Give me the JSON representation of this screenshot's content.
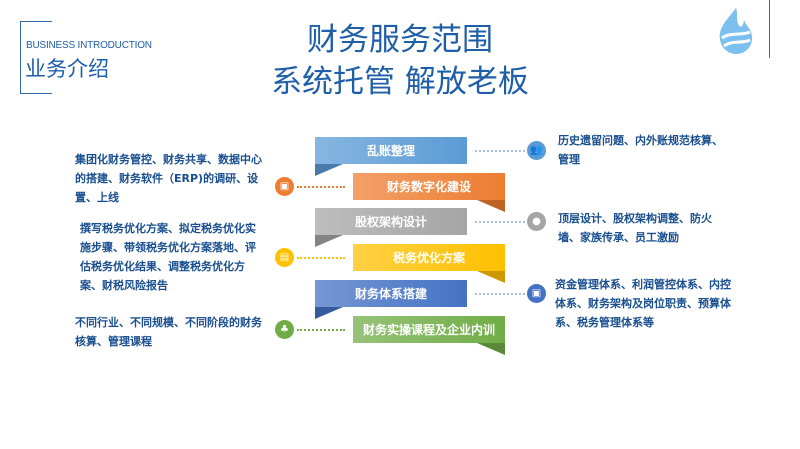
{
  "header": {
    "intro_en": "BUSINESS INTRODUCTION",
    "intro_cn": "业务介绍",
    "title_line1": "财务服务范围",
    "title_line2": "系统托管 解放老板"
  },
  "banners": [
    {
      "label": "乱账整理",
      "color": "#5b9bd5"
    },
    {
      "label": "财务数字化建设",
      "color": "#ed7d31"
    },
    {
      "label": "股权架构设计",
      "color": "#a5a5a5"
    },
    {
      "label": "税务优化方案",
      "color": "#ffc000"
    },
    {
      "label": "财务体系搭建",
      "color": "#4472c4"
    },
    {
      "label": "财务实操课程及企业内训",
      "color": "#70ad47"
    }
  ],
  "left_texts": [
    "集团化财务管控、财务共享、数据中心的搭建、财务软件（ERP)的调研、设置、上线",
    "撰写税务优化方案、拟定税务优化实施步骤、带领税务优化方案落地、评估税务优化结果、调整税务优化方案、财税风险报告",
    "不同行业、不同规模、不同阶段的财务核算、管理课程"
  ],
  "right_texts": [
    "历史遗留问题、内外账规范核算、管理",
    "顶层设计、股权架构调整、防火墙、家族传承、员工激励",
    "资金管理体系、利润管控体系、内控体系、财务架构及岗位职责、预算体系、税务管理体系等"
  ]
}
